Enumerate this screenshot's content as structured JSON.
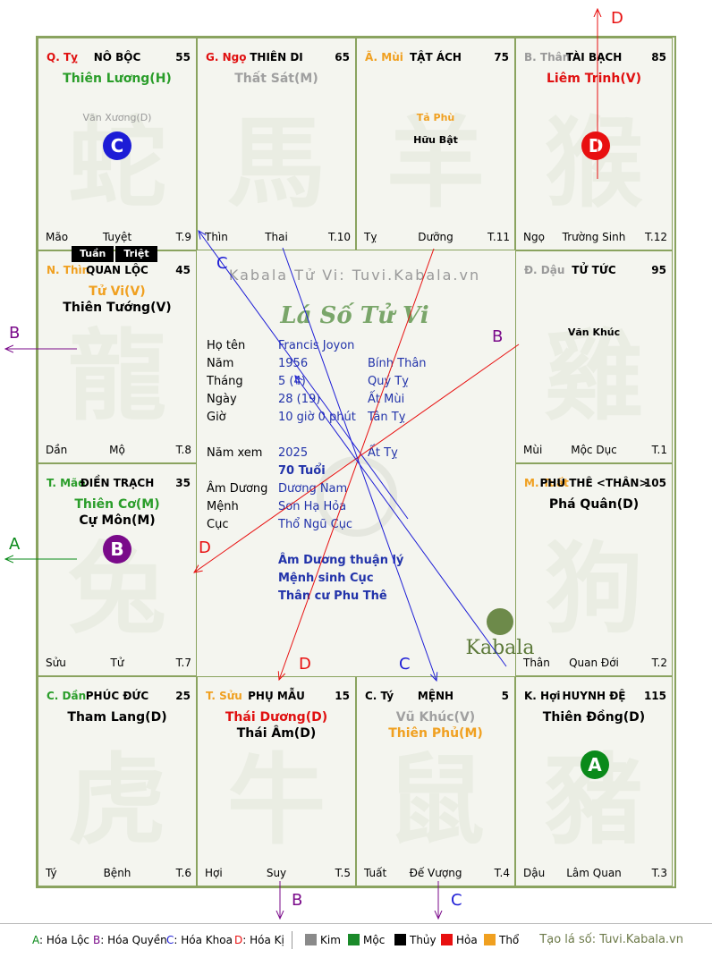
{
  "palaces": [
    {
      "branch": "Q. Tỵ",
      "name": "NÔ BỘC",
      "age": "55",
      "stars": [
        {
          "text": "Thiên Lương(H)",
          "color": "#2a9d2a"
        }
      ],
      "minors": [
        {
          "text": "Văn Xương(D)",
          "color": "#9a9a9a"
        }
      ],
      "foot_left": "Mão",
      "foot_mid": "Tuyệt",
      "foot_right": "T.9",
      "mark": {
        "text": "C",
        "color": "#1d1dd6"
      }
    },
    {
      "branch": "G. Ngọ",
      "name": "THIÊN DI",
      "age": "65",
      "stars": [
        {
          "text": "Thất Sát(M)",
          "color": "#a0a0a0"
        }
      ],
      "minors": [],
      "foot_left": "Thìn",
      "foot_mid": "Thai",
      "foot_right": "T.10"
    },
    {
      "branch": "Ã. Mùi",
      "name": "TẬT ÁCH",
      "age": "75",
      "stars": [],
      "minors": [
        {
          "text": "Tả Phù",
          "color": "#f0a020"
        },
        {
          "text": "Hữu Bật",
          "color": "#000000"
        }
      ],
      "foot_left": "Tỵ",
      "foot_mid": "Dưỡng",
      "foot_right": "T.11"
    },
    {
      "branch": "B. Thân",
      "name": "TÀI BẠCH",
      "age": "85",
      "stars": [
        {
          "text": "Liêm Trinh(V)",
          "color": "#e01010"
        }
      ],
      "minors": [],
      "foot_left": "Ngọ",
      "foot_mid": "Trường Sinh",
      "foot_right": "T.12",
      "mark": {
        "text": "D",
        "color": "#e81010"
      }
    },
    {
      "branch": "N. Thìn",
      "name": "QUAN LỘC",
      "age": "45",
      "stars": [
        {
          "text": "Tử Vi(V)",
          "color": "#f0a020"
        },
        {
          "text": "Thiên Tướng(V)",
          "color": "#000000"
        }
      ],
      "minors": [],
      "foot_left": "Dần",
      "foot_mid": "Mộ",
      "foot_right": "T.8"
    },
    {
      "branch": "Đ. Dậu",
      "name": "TỬ TỨC",
      "age": "95",
      "stars": [],
      "minors": [
        {
          "text": "Văn Khúc",
          "color": "#000000"
        }
      ],
      "foot_left": "Mùi",
      "foot_mid": "Mộc Dục",
      "foot_right": "T.1"
    },
    {
      "branch": "T. Mão",
      "name": "ĐIỀN TRẠCH",
      "age": "35",
      "stars": [
        {
          "text": "Thiên Cơ(M)",
          "color": "#2a9d2a"
        },
        {
          "text": "Cự Môn(M)",
          "color": "#000000"
        }
      ],
      "minors": [],
      "foot_left": "Sửu",
      "foot_mid": "Tử",
      "foot_right": "T.7",
      "mark": {
        "text": "B",
        "color": "#7a0a8a"
      }
    },
    {
      "branch": "M. Tuất",
      "name": "PHU THÊ <THÂN>",
      "age": "105",
      "stars": [
        {
          "text": "Phá Quân(D)",
          "color": "#000000"
        }
      ],
      "minors": [],
      "foot_left": "Thân",
      "foot_mid": "Quan Đới",
      "foot_right": "T.2"
    },
    {
      "branch": "C. Dần",
      "name": "PHÚC ĐỨC",
      "age": "25",
      "stars": [
        {
          "text": "Tham Lang(D)",
          "color": "#000000"
        }
      ],
      "minors": [],
      "foot_left": "Tý",
      "foot_mid": "Bệnh",
      "foot_right": "T.6"
    },
    {
      "branch": "T. Sửu",
      "name": "PHỤ MẪU",
      "age": "15",
      "stars": [
        {
          "text": "Thái Dương(D)",
          "color": "#e01010"
        },
        {
          "text": "Thái Âm(D)",
          "color": "#000000"
        }
      ],
      "minors": [],
      "foot_left": "Hợi",
      "foot_mid": "Suy",
      "foot_right": "T.5"
    },
    {
      "branch": "C. Tý",
      "name": "MỆNH",
      "age": "5",
      "stars": [
        {
          "text": "Vũ Khúc(V)",
          "color": "#a0a0a0"
        },
        {
          "text": "Thiên Phủ(M)",
          "color": "#f0a020"
        }
      ],
      "minors": [],
      "foot_left": "Tuất",
      "foot_mid": "Đế Vượng",
      "foot_right": "T.4"
    },
    {
      "branch": "K. Hợi",
      "name": "HUYNH ĐỆ",
      "age": "115",
      "stars": [
        {
          "text": "Thiên Đồng(D)",
          "color": "#000000"
        }
      ],
      "minors": [],
      "foot_left": "Dậu",
      "foot_mid": "Lâm Quan",
      "foot_right": "T.3",
      "mark": {
        "text": "A",
        "color": "#0a8a1a"
      }
    }
  ],
  "branch_colors": {
    "Q. Tỵ": "#e01010",
    "G. Ngọ": "#e01010",
    "Ã. Mùi": "#f0a020",
    "B. Thân": "#9a9a9a",
    "N. Thìn": "#f0a020",
    "Đ. Dậu": "#9a9a9a",
    "T. Mão": "#2a9d2a",
    "M. Tuất": "#f0a020",
    "C. Dần": "#2a9d2a",
    "T. Sửu": "#f0a020",
    "C. Tý": "#000000",
    "K. Hợi": "#000000"
  },
  "tuan_triet": [
    "Tuần",
    "Triệt"
  ],
  "center": {
    "watermark": "Kabala Tử Vi: Tuvi.Kabala.vn",
    "title": "Lá Số Tử Vi",
    "rows": [
      {
        "k": "Họ tên",
        "v": "Francis Joyon",
        "v2": ""
      },
      {
        "k": "Năm",
        "v": "1956",
        "v2": "Bính Thân"
      },
      {
        "k": "Tháng",
        "v": "5  (4)",
        "v2": "Quý Tỵ"
      },
      {
        "k": "Ngày",
        "v": "28  (19)",
        "v2": "Ất Mùi"
      },
      {
        "k": "Giờ",
        "v": "10 giờ 0 phút",
        "v2": "Tân Tỵ"
      },
      {
        "k": "Năm xem",
        "v": "2025",
        "v2": "Ất Tỵ"
      },
      {
        "k": "",
        "v": "70 Tuổi",
        "v2": ""
      },
      {
        "k": "Âm Dương",
        "v": "Dương Nam",
        "v2": ""
      },
      {
        "k": "Mệnh",
        "v": "Sơn Hạ Hỏa",
        "v2": ""
      },
      {
        "k": "Cục",
        "v": "Thổ Ngũ Cục",
        "v2": ""
      }
    ],
    "notes": [
      "Âm Dương thuận lý",
      "Mệnh sinh Cục",
      "Thân cư Phu Thê"
    ],
    "logo_text": "Kabala"
  },
  "arrow_labels": [
    "D",
    "B",
    "C",
    "A",
    "D",
    "D",
    "C",
    "B",
    "B",
    "C"
  ],
  "arrow_colors": {
    "A": "#0a8a1a",
    "B": "#7a0a8a",
    "C": "#1d1dd6",
    "D": "#e81010"
  },
  "legend": {
    "mutagens": [
      {
        "key": "A",
        "label": ": Hóa Lộc",
        "color": "#0a8a1a"
      },
      {
        "key": "B",
        "label": ": Hóa Quyền",
        "color": "#7a0a8a"
      },
      {
        "key": "C",
        "label": ": Hóa Khoa",
        "color": "#1d1dd6"
      },
      {
        "key": "D",
        "label": ": Hóa Kị",
        "color": "#e81010"
      }
    ],
    "elements": [
      {
        "label": "Kim",
        "color": "#8a8a8a"
      },
      {
        "label": "Mộc",
        "color": "#1a8a2a"
      },
      {
        "label": "Thủy",
        "color": "#000000"
      },
      {
        "label": "Hỏa",
        "color": "#e81010"
      },
      {
        "label": "Thổ",
        "color": "#f0a020"
      }
    ],
    "credit": "Tạo lá số: Tuvi.Kabala.vn"
  }
}
